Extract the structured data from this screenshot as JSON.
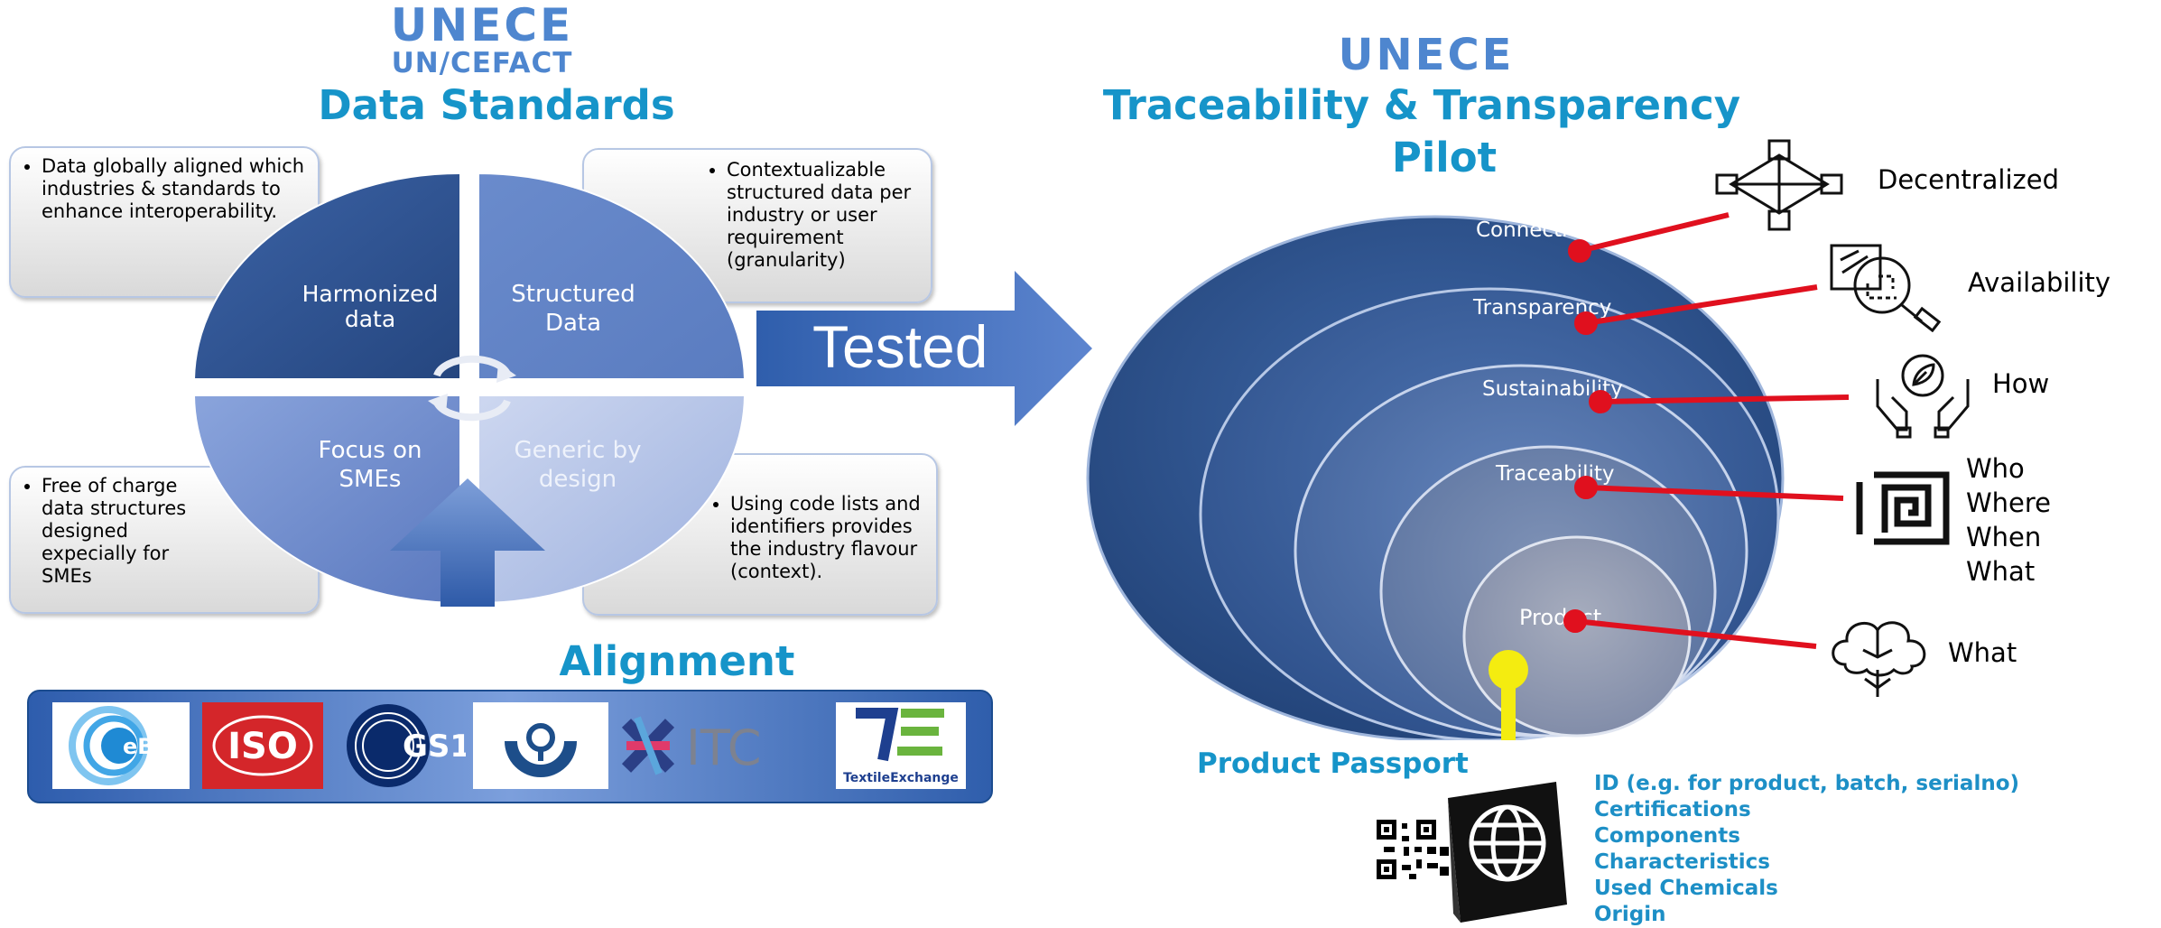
{
  "left": {
    "unece": "UNECE",
    "uncefact": "UN/CEFACT",
    "title": "Data Standards",
    "quadrants": {
      "top_left": "Harmonized data",
      "top_right": "Structured Data",
      "bottom_left": "Focus on SMEs",
      "bottom_right": "Generic by design"
    },
    "callouts": {
      "top_left": "Data globally aligned which industries & standards to enhance interoperability.",
      "top_right": "Contextualizable structured data per industry or user requirement (granularity)",
      "bottom_left": "Free of charge data structures designed expecially for SMEs",
      "bottom_right": "Using code lists and identifiers provides the industry flavour (context)."
    },
    "alignment": "Alignment",
    "arrow_label": "Tested",
    "logos": [
      "eBIZ",
      "ISO",
      "GS1",
      "ITC",
      "TextileExchange"
    ]
  },
  "right": {
    "unece": "UNECE",
    "title": "Traceability & Transparency",
    "subtitle": "Pilot",
    "layers": [
      "Connectivity",
      "Transparency",
      "Sustainability",
      "Traceability",
      "Product"
    ],
    "labels": [
      "Decentralized",
      "Availability",
      "How",
      "Who",
      "Where",
      "When",
      "What",
      "What"
    ],
    "icons": [
      "network-cube-icon",
      "document-search-icon",
      "hands-leaf-icon",
      "spiral-tag-icon",
      "cotton-plant-icon",
      "qr-code-icon",
      "passport-globe-icon"
    ],
    "passport_title": "Product Passport",
    "passport_items": [
      "ID (e.g. for product, batch, serialno)",
      "Certifications",
      "Components",
      "Characteristics",
      "Used Chemicals",
      "Origin"
    ]
  },
  "colors": {
    "title_blue": "#1694c9",
    "pointer_red": "#e0101e",
    "pin_yellow": "#f4ec10",
    "dark_blue": "#2f4f86"
  }
}
